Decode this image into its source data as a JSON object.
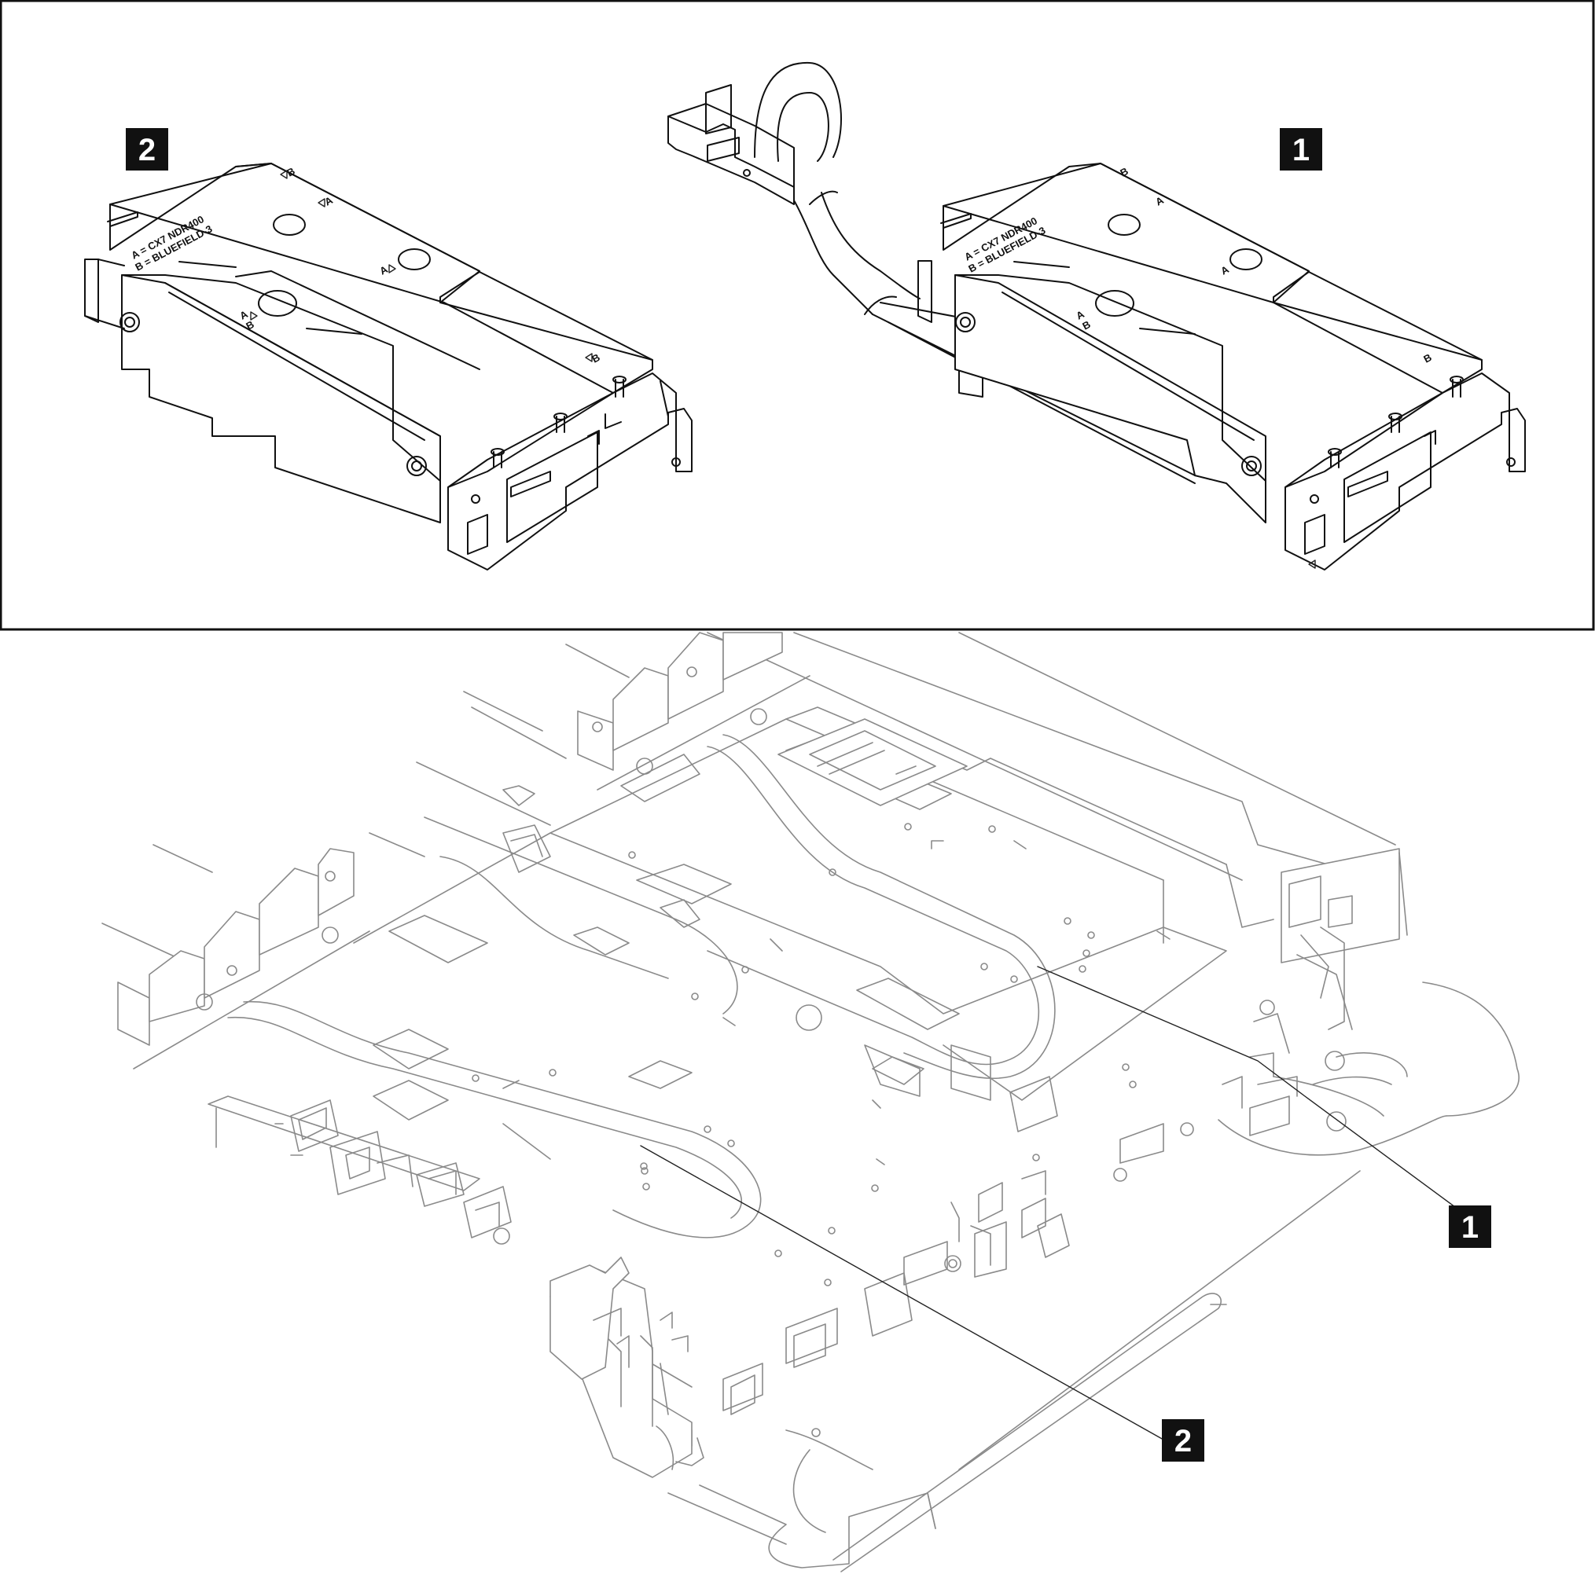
{
  "callouts": {
    "top_left": "2",
    "top_right": "1",
    "bottom_one": "1",
    "bottom_two": "2"
  },
  "riser_labels": {
    "line1": "A = CX7 NDR400",
    "line2": "B = BLUEFIELD-3",
    "mark_a": "A",
    "mark_b": "B"
  },
  "colors": {
    "line": "#111111",
    "context_line": "#8a8a8a",
    "callout_bg": "#111111",
    "callout_text": "#ffffff"
  }
}
